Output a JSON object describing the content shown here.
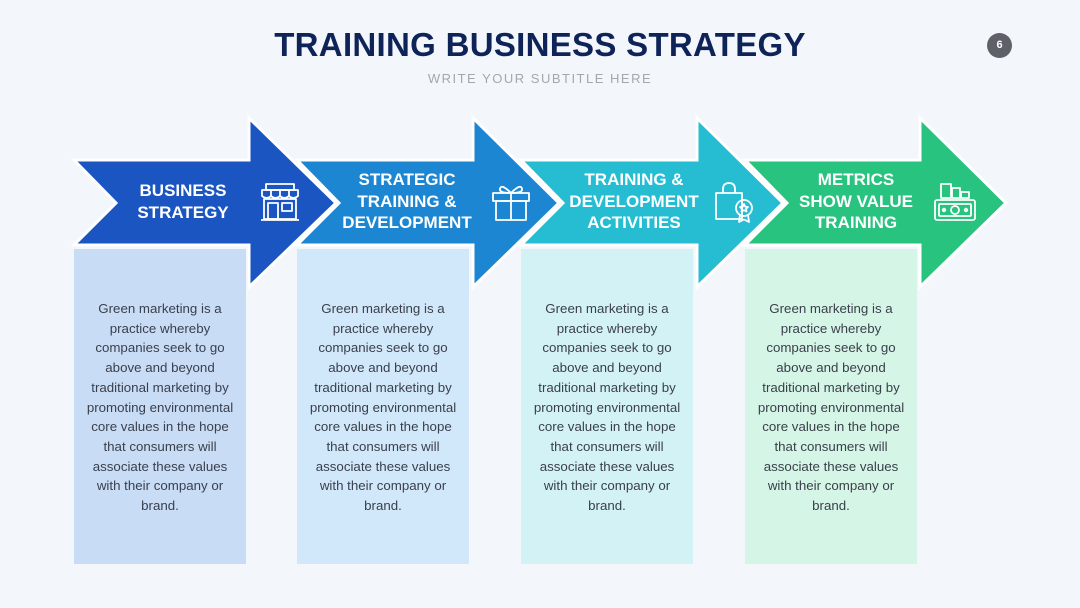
{
  "header": {
    "title": "TRAINING BUSINESS STRATEGY",
    "subtitle": "WRITE YOUR SUBTITLE HERE",
    "page_number": "6"
  },
  "steps": [
    {
      "label": "BUSINESS STRATEGY",
      "label_lines": [
        "BUSINESS",
        "STRATEGY"
      ],
      "icon": "storefront-icon",
      "color": "#1a55c2",
      "card_color": "#c8dcf6",
      "body": "Green marketing is a practice whereby companies seek to go above and beyond traditional marketing by promoting environmental core values in the hope that consumers will associate these values with their company or brand."
    },
    {
      "label": "STRATEGIC TRAINING & DEVELOPMENT",
      "label_lines": [
        "STRATEGIC",
        "TRAINING &",
        "DEVELOPMENT"
      ],
      "icon": "gift-icon",
      "color": "#1c86d2",
      "card_color": "#d1e8fa",
      "body": "Green marketing is a practice whereby companies seek to go above and beyond traditional marketing by promoting environmental core values in the hope that consumers will associate these values with their company or brand."
    },
    {
      "label": "TRAINING & DEVELOPMENT ACTIVITIES",
      "label_lines": [
        "TRAINING &",
        "DEVELOPMENT",
        "ACTIVITIES"
      ],
      "icon": "shopping-bag-badge-icon",
      "color": "#26bdd3",
      "card_color": "#d3f2f6",
      "body": "Green marketing is a practice whereby companies seek to go above and beyond traditional marketing by promoting environmental core values in the hope that consumers will associate these values with their company or brand."
    },
    {
      "label": "METRICS SHOW VALUE TRAINING",
      "label_lines": [
        "METRICS",
        "SHOW VALUE",
        "TRAINING"
      ],
      "icon": "money-chart-icon",
      "color": "#27c37f",
      "card_color": "#d5f5e6",
      "body": "Green marketing is a practice whereby companies seek to go above and beyond traditional marketing by promoting environmental core values in the hope that consumers will associate these values with their company or brand."
    }
  ]
}
